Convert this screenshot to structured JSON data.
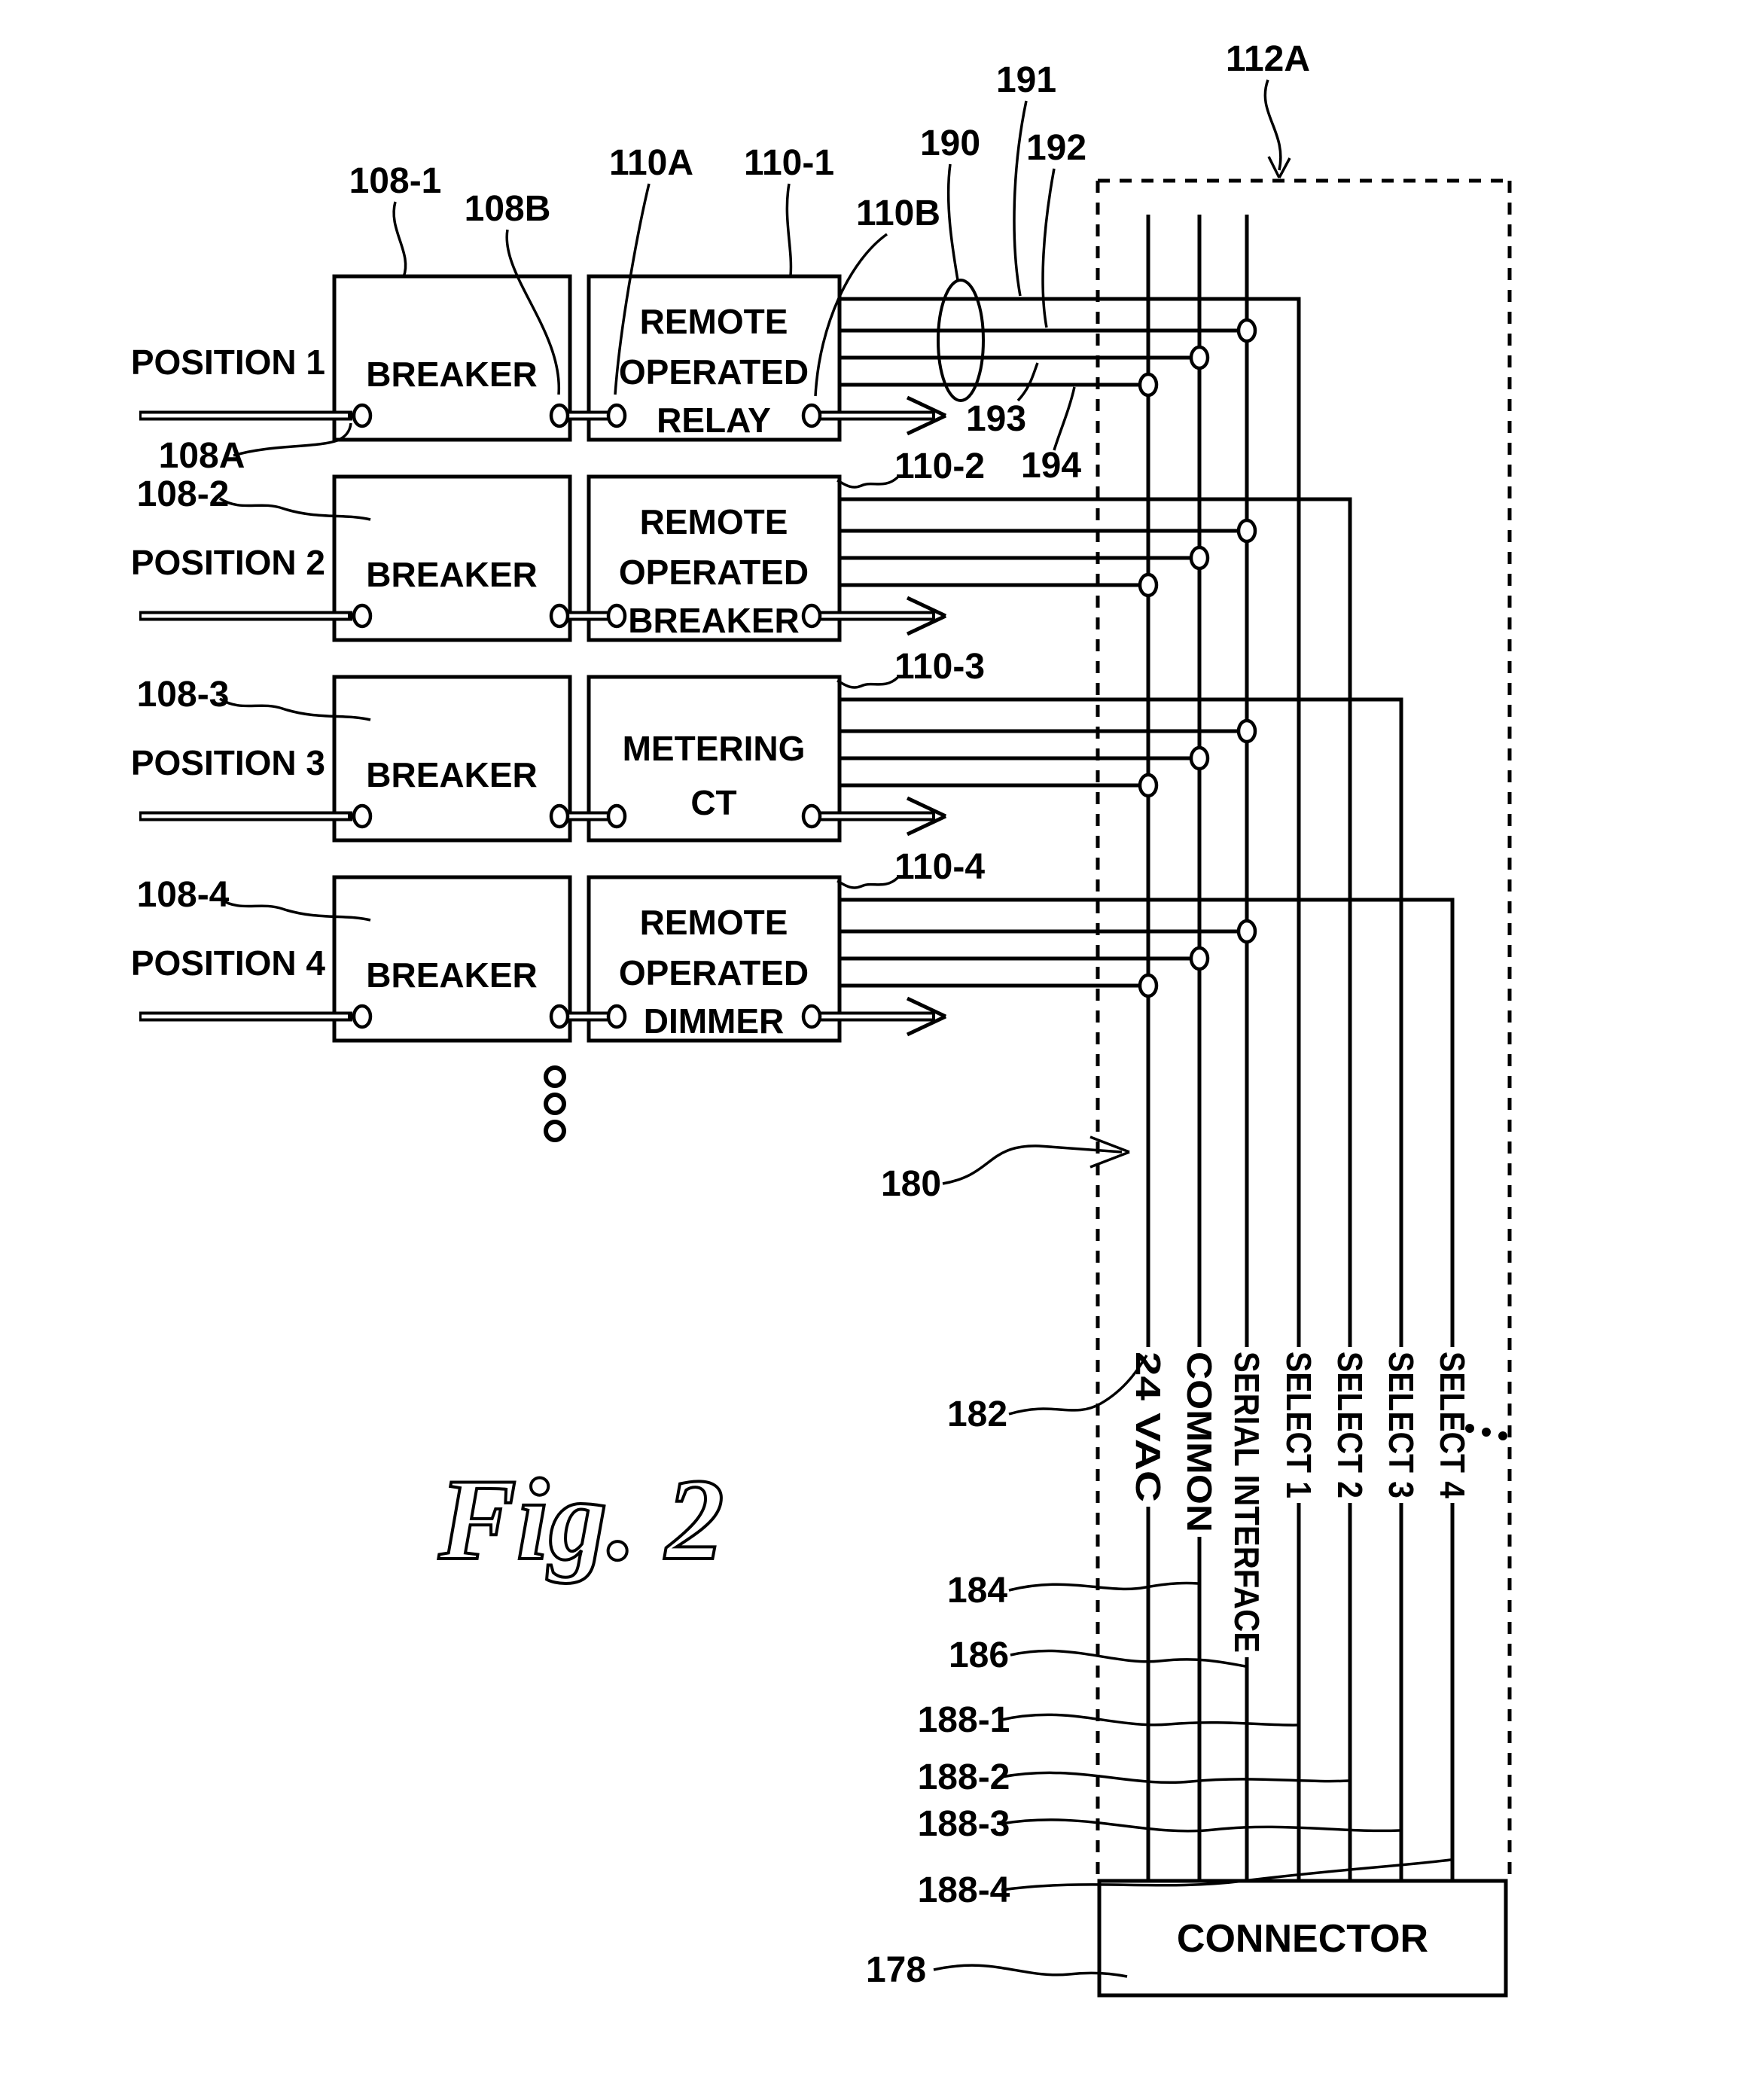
{
  "figure": {
    "caption": "Fig. 2"
  },
  "connector": {
    "label": "CONNECTOR",
    "ref": "178"
  },
  "buses": [
    {
      "label": "24 VAC",
      "ref": "182"
    },
    {
      "label": "COMMON",
      "ref": "184"
    },
    {
      "label": "SERIAL INTERFACE",
      "ref": "186"
    },
    {
      "label": "SELECT 1",
      "ref": "188-1"
    },
    {
      "label": "SELECT 2",
      "ref": "188-2"
    },
    {
      "label": "SELECT 3",
      "ref": "188-3"
    },
    {
      "label": "SELECT 4",
      "ref": "188-4"
    }
  ],
  "positions": [
    {
      "name": "POSITION 1",
      "breaker_label": "BREAKER",
      "device_lines": [
        "REMOTE",
        "OPERATED",
        "RELAY"
      ]
    },
    {
      "name": "POSITION 2",
      "breaker_label": "BREAKER",
      "device_lines": [
        "REMOTE",
        "OPERATED",
        "BREAKER"
      ]
    },
    {
      "name": "POSITION 3",
      "breaker_label": "BREAKER",
      "device_lines": [
        "METERING",
        "CT"
      ]
    },
    {
      "name": "POSITION 4",
      "breaker_label": "BREAKER",
      "device_lines": [
        "REMOTE",
        "OPERATED",
        "DIMMER"
      ]
    }
  ],
  "refs": {
    "r108_1": "108-1",
    "r108_2": "108-2",
    "r108_3": "108-3",
    "r108_4": "108-4",
    "r108A": "108A",
    "r108B": "108B",
    "r110A": "110A",
    "r110B": "110B",
    "r110_1": "110-1",
    "r110_2": "110-2",
    "r110_3": "110-3",
    "r110_4": "110-4",
    "r112A": "112A",
    "r178": "178",
    "r180": "180",
    "r182": "182",
    "r184": "184",
    "r186": "186",
    "r188_1": "188-1",
    "r188_2": "188-2",
    "r188_3": "188-3",
    "r188_4": "188-4",
    "r190": "190",
    "r191": "191",
    "r192": "192",
    "r193": "193",
    "r194": "194"
  }
}
